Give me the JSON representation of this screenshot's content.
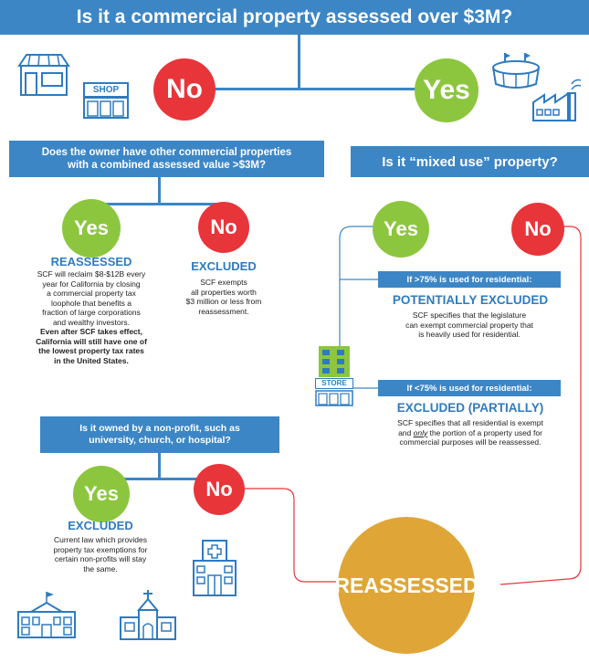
{
  "title": "Is it a commercial property assessed over $3M?",
  "top": {
    "no": "No",
    "yes": "Yes",
    "shop_sign": "SHOP"
  },
  "left_question": {
    "line1": "Does the owner have other commercial properties",
    "line2": "with a combined assessed value >$3M?"
  },
  "right_question": "Is it “mixed use” property?",
  "owner_branch": {
    "yes": "Yes",
    "no": "No",
    "yes_heading": "REASSESSED",
    "yes_body": [
      "SCF will reclaim $8-$12B every",
      "year for California by closing",
      "a commercial property tax",
      "loophole that benefits a",
      "fraction of large corporations",
      "and wealthy investors."
    ],
    "yes_bold": [
      "Even after SCF takes effect,",
      "California will still have one of",
      "the lowest property tax rates",
      "in the United States."
    ],
    "no_heading": "EXCLUDED",
    "no_body": [
      "SCF exempts",
      "all properties worth",
      "$3 million or less from",
      "reassessment."
    ]
  },
  "mixed_branch": {
    "yes": "Yes",
    "no": "No",
    "over_bar": "If >75% is used for residential:",
    "over_heading": "POTENTIALLY EXCLUDED",
    "over_body": [
      "SCF specifies that the legislature",
      "can exempt commercial property that",
      "is heavily used for residential."
    ],
    "under_bar": "If <75% is used for residential:",
    "under_heading": "EXCLUDED (PARTIALLY)",
    "under_body_1": "SCF specifies that all residential is exempt",
    "under_body_2_pre": "and ",
    "under_body_2_u": "only",
    "under_body_2_post": " the portion of a property used for",
    "under_body_3": "commercial purposes will be reassessed.",
    "store_sign": "STORE"
  },
  "nonprofit": {
    "question_line1": "Is it owned by a non-profit, such as",
    "question_line2": "university, church, or hospital?",
    "yes": "Yes",
    "no": "No",
    "yes_heading": "EXCLUDED",
    "yes_body": [
      "Current law which provides",
      "property tax exemptions for",
      "certain non-profits will stay",
      "the same."
    ]
  },
  "final": "REASSESSED",
  "colors": {
    "blue": "#3c86c6",
    "green": "#8cc63f",
    "red": "#e8353a",
    "gold": "#dfa637",
    "icon": "#2e7bc0"
  }
}
